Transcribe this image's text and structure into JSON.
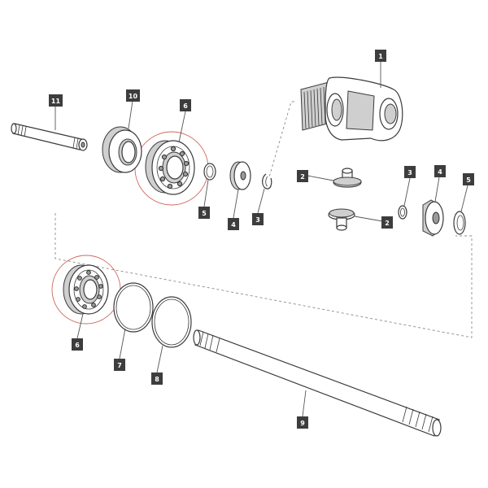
{
  "callouts": {
    "c1": "1",
    "c2a": "2",
    "c2b": "2",
    "c3a": "3",
    "c3b": "3",
    "c4a": "4",
    "c4b": "4",
    "c5a": "5",
    "c5b": "5",
    "c6a": "6",
    "c6b": "6",
    "c7": "7",
    "c8": "8",
    "c9": "9",
    "c10": "10",
    "c11": "11"
  },
  "colors": {
    "callout_fill": "#3d3d3d",
    "callout_text": "#ffffff",
    "highlight_circle": "#c0392b",
    "line": "#3a3a3a"
  }
}
